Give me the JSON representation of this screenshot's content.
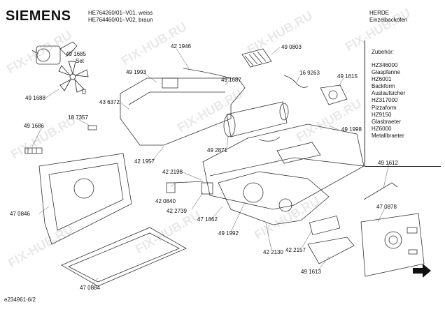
{
  "header": {
    "brand": "SIEMENS",
    "models": [
      "HE764260/01–V01, weiss",
      "HE764460/01–V02, braun"
    ],
    "category": [
      "HERDE",
      "Einzelbackofen"
    ]
  },
  "accessories": {
    "title": "Zubehör:",
    "items": [
      "HZ346000",
      "Glaspfanne",
      "HZ6001",
      "Backform",
      "Auslaufsicher",
      "HZ317000",
      "Pizzaform",
      "HZ9150",
      "Glasbraeter",
      "HZ6000",
      "Metallbraeter"
    ]
  },
  "parts": [
    {
      "id": "p491685",
      "text": "49 1685"
    },
    {
      "id": "pset",
      "text": "Set"
    },
    {
      "id": "p421946",
      "text": "42 1946"
    },
    {
      "id": "p490803",
      "text": "49 0803"
    },
    {
      "id": "p491993",
      "text": "49 1993"
    },
    {
      "id": "p491687",
      "text": "49 1687"
    },
    {
      "id": "p169263",
      "text": "16 9263"
    },
    {
      "id": "p491615",
      "text": "49 1615"
    },
    {
      "id": "p491688",
      "text": "49 1688"
    },
    {
      "id": "p436372",
      "text": "43 6372"
    },
    {
      "id": "p187357",
      "text": "18 7357"
    },
    {
      "id": "p491686",
      "text": "49 1686"
    },
    {
      "id": "p491998",
      "text": "49 1998"
    },
    {
      "id": "p492871",
      "text": "49 2871"
    },
    {
      "id": "p421957",
      "text": "42 1957"
    },
    {
      "id": "p422198",
      "text": "42 2198"
    },
    {
      "id": "p491612",
      "text": "49 1612"
    },
    {
      "id": "p420840",
      "text": "42 0840"
    },
    {
      "id": "p422739",
      "text": "42 2739"
    },
    {
      "id": "p471862",
      "text": "47 1862"
    },
    {
      "id": "p470846",
      "text": "47 0846"
    },
    {
      "id": "p470878",
      "text": "47 0878"
    },
    {
      "id": "p491992",
      "text": "49 1992"
    },
    {
      "id": "p422157",
      "text": "42 2157"
    },
    {
      "id": "p422130",
      "text": "42 2130"
    },
    {
      "id": "p491613",
      "text": "49 1613"
    },
    {
      "id": "p470884",
      "text": "47 0884"
    }
  ],
  "footer": "e234961-6/2",
  "watermark": "FIX-HUB.RU"
}
